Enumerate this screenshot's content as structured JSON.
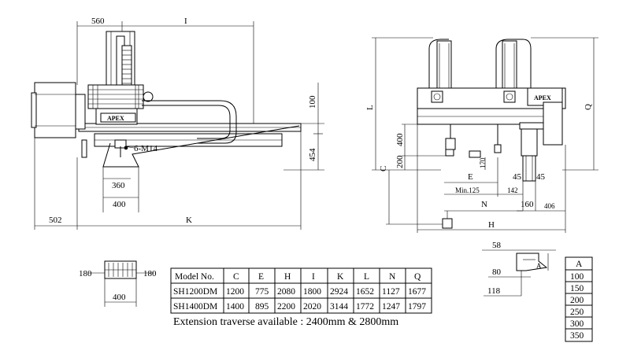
{
  "front_view": {
    "labels": {
      "dim_560": "560",
      "dim_I": "I",
      "dim_100": "100",
      "dim_454": "454",
      "bolt_note": "6-M14",
      "dim_360": "360",
      "dim_400": "400",
      "dim_502": "502",
      "dim_K": "K",
      "brand": "APEX"
    }
  },
  "side_view": {
    "labels": {
      "dim_L": "L",
      "dim_Q": "Q",
      "dim_400": "400",
      "dim_200": "200",
      "dim_C": "C",
      "dim_E": "E",
      "dim_170": "170",
      "dim_45a": "45",
      "dim_45b": "45",
      "dim_min125": "Min.125",
      "dim_142": "142",
      "dim_N": "N",
      "dim_160": "160",
      "dim_406": "406",
      "dim_H": "H",
      "brand": "APEX"
    }
  },
  "plate_view": {
    "labels": {
      "left": "180",
      "right": "180",
      "bottom": "400"
    }
  },
  "bracket_view": {
    "labels": {
      "dim_58": "58",
      "dim_80": "80",
      "dim_118": "118",
      "dim_A": "A"
    }
  },
  "spec_table": {
    "headers": [
      "Model No.",
      "C",
      "E",
      "H",
      "I",
      "K",
      "L",
      "N",
      "Q"
    ],
    "rows": [
      [
        "SH1200DM",
        "1200",
        "775",
        "2080",
        "1800",
        "2924",
        "1652",
        "1127",
        "1677"
      ],
      [
        "SH1400DM",
        "1400",
        "895",
        "2200",
        "2020",
        "3144",
        "1772",
        "1247",
        "1797"
      ]
    ]
  },
  "a_table": {
    "header": "A",
    "values": [
      "100",
      "150",
      "200",
      "250",
      "300",
      "350"
    ]
  },
  "note": "Extension traverse available : 2400mm & 2800mm"
}
